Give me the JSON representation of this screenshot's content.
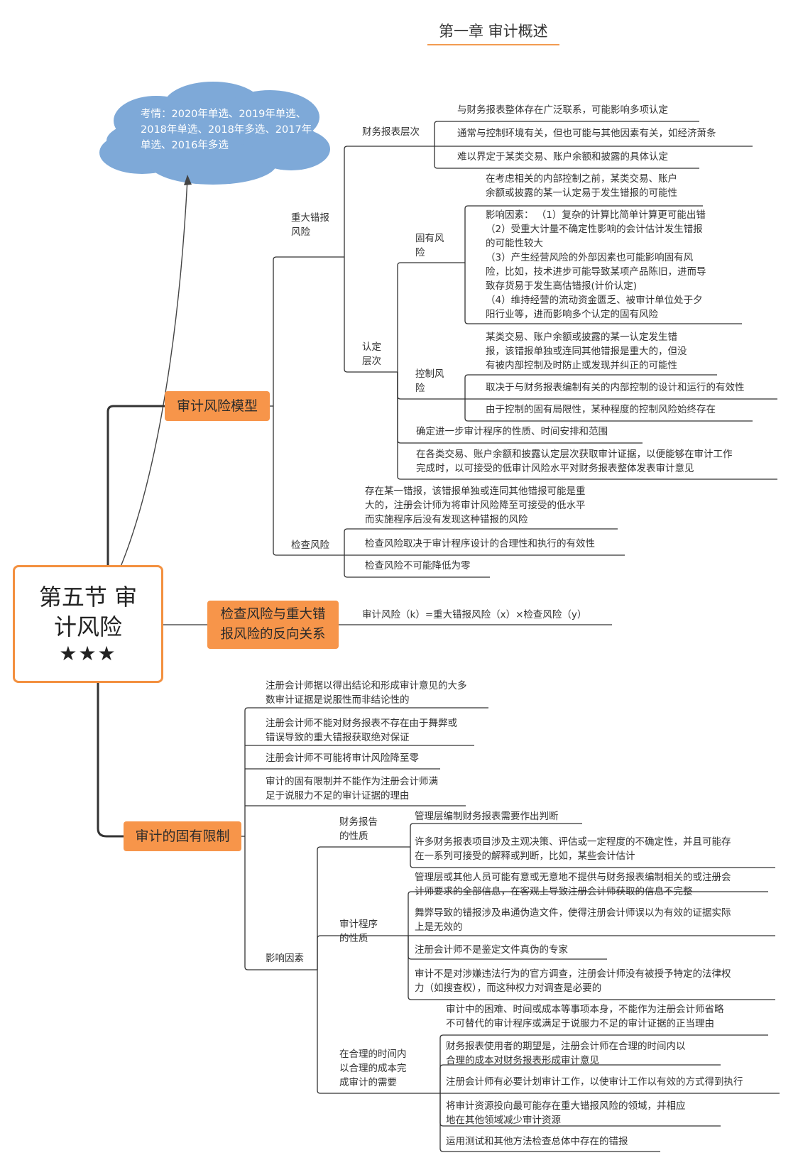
{
  "header": "第一章 审计概述",
  "root": {
    "title": "第五节 审\n计风险",
    "stars": "★★★"
  },
  "cloud": "考情：2020年单选、2019年单选、2018年单选、2018年多选、2017年单选、2016年多选",
  "b1": {
    "title": "审计风险模型",
    "mmr": "重大错报\n风险",
    "fs_level": "财务报表层次",
    "fs_items": [
      "与财务报表整体存在广泛联系，可能影响多项认定",
      "通常与控制环境有关，但也可能与其他因素有关，如经济萧条",
      "难以界定于某类交易、账户余额和披露的具体认定"
    ],
    "assert_level": "认定\n层次",
    "inherent": "固有风\n险",
    "inherent_items": [
      "在考虑相关的内部控制之前，某类交易、账户\n余额或披露的某一认定易于发生错报的可能性",
      "影响因素：  （1）复杂的计算比简单计算更可能出错\n  （2）受重大计量不确定性影响的会计估计发生错报\n的可能性较大\n  （3）产生经营风险的外部因素也可能影响固有风\n险，比如，技术进步可能导致某项产品陈旧，进而导\n致存货易于发生高估错报(计价认定)\n  （4）维持经营的流动资金匮乏、被审计单位处于夕\n阳行业等，进而影响多个认定的固有风险"
    ],
    "control": "控制风\n险",
    "control_items": [
      "某类交易、账户余额或披露的某一认定发生错\n报，该错报单独或连同其他错报是重大的，但没\n有被内部控制及时防止或发现并纠正的可能性",
      "取决于与财务报表编制有关的内部控制的设计和运行的有效性",
      "由于控制的固有局限性，某种程度的控制风险始终存在"
    ],
    "mmr_items": [
      "确定进一步审计程序的性质、时间安排和范围",
      "在各类交易、账户余额和披露认定层次获取审计证据，以便能够在审计工作\n完成时，以可接受的低审计风险水平对财务报表整体发表审计意见"
    ],
    "detection": "检查风险",
    "detection_items": [
      "存在某一错报，该错报单独或连同其他错报可能是重\n大的，注册会计师为将审计风险降至可接受的低水平\n而实施程序后没有发现这种错报的风险",
      "检查风险取决于审计程序设计的合理性和执行的有效性",
      "检查风险不可能降低为零"
    ]
  },
  "b2": {
    "title": "检查风险与重大错\n报风险的反向关系",
    "formula": "审计风险（k）=重大错报风险（x）×检查风险（y）"
  },
  "b3": {
    "title": "审计的固有限制",
    "items": [
      "注册会计师据以得出结论和形成审计意见的大多\n数审计证据是说服性而非结论性的",
      "注册会计师不能对财务报表不存在由于舞弊或\n错误导致的重大错报获取绝对保证",
      "注册会计师不可能将审计风险降至零",
      "审计的固有限制并不能作为注册会计师满\n足于说服力不足的审计证据的理由"
    ],
    "factors": "影响因素",
    "fr_nature": "财务报告\n的性质",
    "fr_items": [
      "管理层编制财务报表需要作出判断",
      "许多财务报表项目涉及主观决策、评估或一定程度的不确定性，并且可能存\n在一系列可接受的解释或判断，比如，某些会计估计"
    ],
    "ap_nature": "审计程序\n的性质",
    "ap_items": [
      "管理层或其他人员可能有意或无意地不提供与财务报表编制相关的或注册会\n计师要求的全部信息，在客观上导致注册会计师获取的信息不完整",
      "舞弊导致的错报涉及串通伪造文件，使得注册会计师误以为有效的证据实际\n上是无效的",
      "注册会计师不是鉴定文件真伪的专家",
      "审计不是对涉嫌违法行为的官方调查，注册会计师没有被授予特定的法律权\n力（如搜查权），而这种权力对调查是必要的"
    ],
    "time": "在合理的时间内\n以合理的成本完\n成审计的需要",
    "time_items": [
      "审计中的困难、时间或成本等事项本身，不能作为注册会计师省略\n不可替代的审计程序或满足于说服力不足的审计证据的正当理由",
      "财务报表使用者的期望是，注册会计师在合理的时间内以\n合理的成本对财务报表形成审计意见",
      "注册会计师有必要计划审计工作，以使审计工作以有效的方式得到执行",
      "将审计资源投向最可能存在重大错报风险的领域，并相应\n地在其他领域减少审计资源",
      "运用测试和其他方法检查总体中存在的错报"
    ]
  },
  "colors": {
    "accent": "#f7954a",
    "cloud": "#7ea9d8",
    "line": "#333333",
    "underline": "#555555"
  },
  "icons": [
    "cloud-shape",
    "arrow-up-icon"
  ]
}
